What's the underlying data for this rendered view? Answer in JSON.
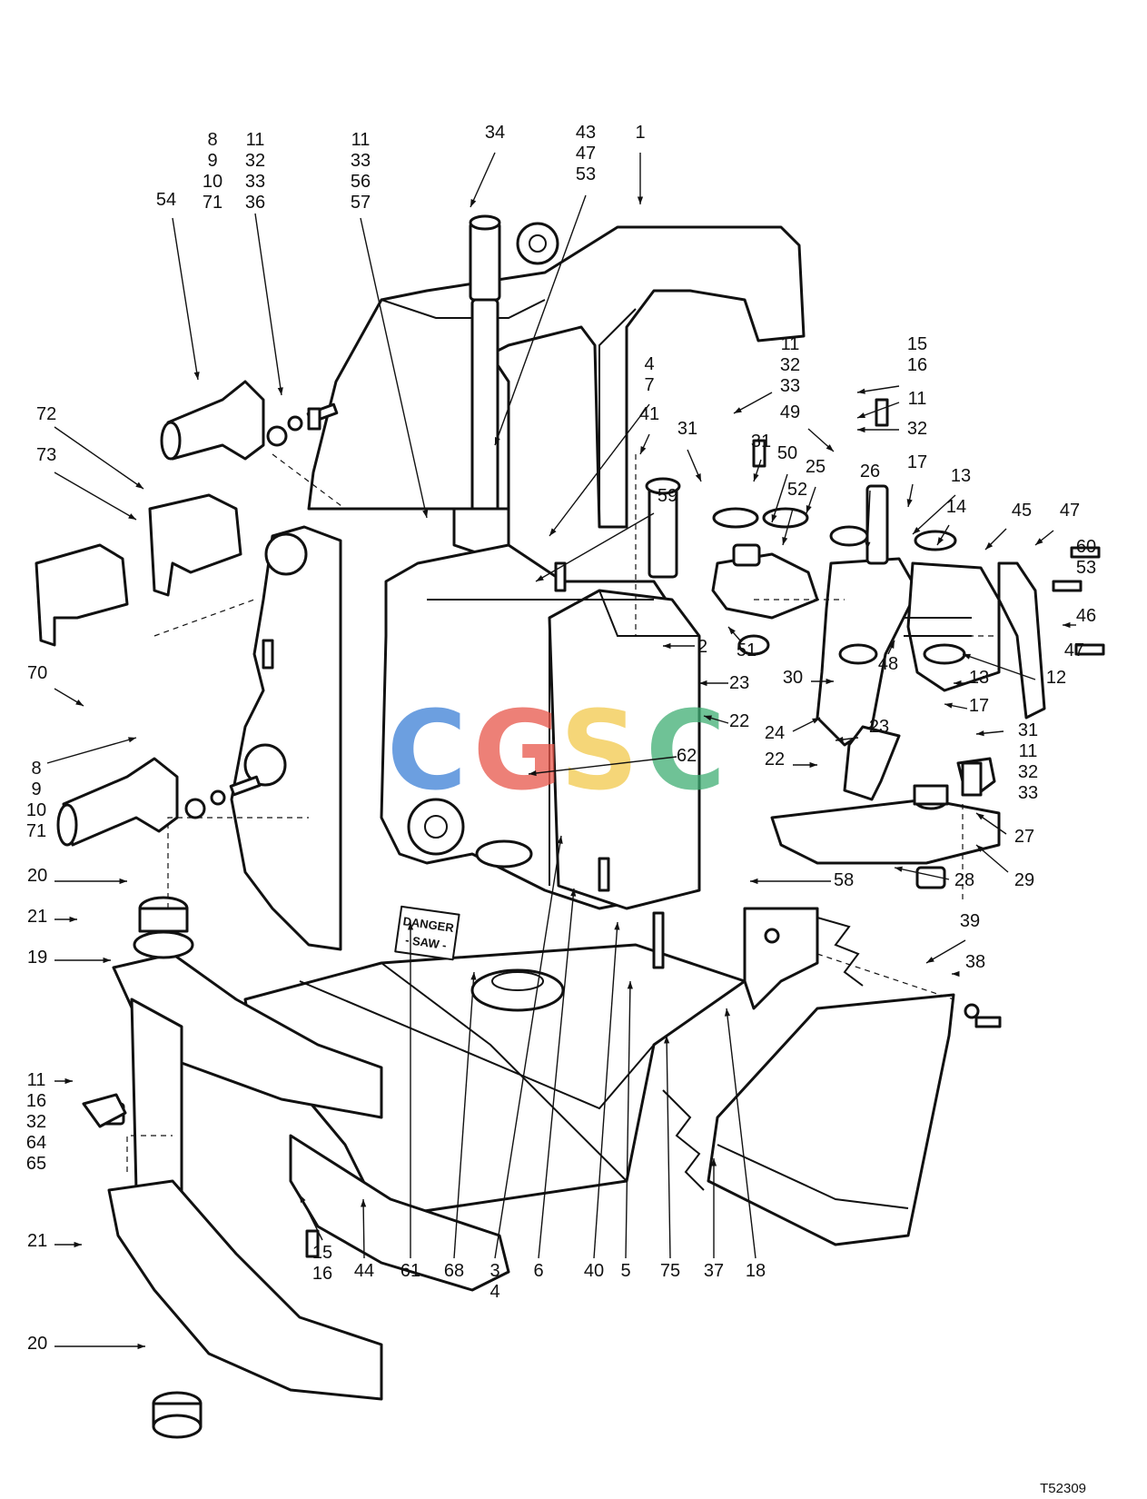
{
  "callouts": [
    {
      "id": "c1",
      "lines": [
        "1"
      ]
    },
    {
      "id": "c34",
      "lines": [
        "34"
      ]
    },
    {
      "id": "c43",
      "lines": [
        "43",
        "47",
        "53"
      ]
    },
    {
      "id": "c8a",
      "lines": [
        "8",
        "9",
        "10",
        "71"
      ]
    },
    {
      "id": "c11a",
      "lines": [
        "11",
        "32",
        "33",
        "36"
      ]
    },
    {
      "id": "c11b",
      "lines": [
        "11",
        "33",
        "56",
        "57"
      ]
    },
    {
      "id": "c54",
      "lines": [
        "54"
      ]
    },
    {
      "id": "c72",
      "lines": [
        "72"
      ]
    },
    {
      "id": "c73",
      "lines": [
        "73"
      ]
    },
    {
      "id": "c70",
      "lines": [
        "70"
      ]
    },
    {
      "id": "c8b",
      "lines": [
        "8",
        "9",
        "10",
        "71"
      ]
    },
    {
      "id": "c20a",
      "lines": [
        "20"
      ]
    },
    {
      "id": "c21a",
      "lines": [
        "21"
      ]
    },
    {
      "id": "c19",
      "lines": [
        "19"
      ]
    },
    {
      "id": "c11c",
      "lines": [
        "11",
        "16",
        "32",
        "64",
        "65"
      ]
    },
    {
      "id": "c21b",
      "lines": [
        "21"
      ]
    },
    {
      "id": "c20b",
      "lines": [
        "20"
      ]
    },
    {
      "id": "c15a",
      "lines": [
        "15",
        "16"
      ]
    },
    {
      "id": "c44",
      "lines": [
        "44"
      ]
    },
    {
      "id": "c61",
      "lines": [
        "61"
      ]
    },
    {
      "id": "c68",
      "lines": [
        "68"
      ]
    },
    {
      "id": "c3",
      "lines": [
        "3",
        "4"
      ]
    },
    {
      "id": "c6",
      "lines": [
        "6"
      ]
    },
    {
      "id": "c40",
      "lines": [
        "40"
      ]
    },
    {
      "id": "c5",
      "lines": [
        "5"
      ]
    },
    {
      "id": "c75",
      "lines": [
        "75"
      ]
    },
    {
      "id": "c37",
      "lines": [
        "37"
      ]
    },
    {
      "id": "c18",
      "lines": [
        "18"
      ]
    },
    {
      "id": "c4",
      "lines": [
        "4",
        "7"
      ]
    },
    {
      "id": "c41",
      "lines": [
        "41"
      ]
    },
    {
      "id": "c59",
      "lines": [
        "59"
      ]
    },
    {
      "id": "c2",
      "lines": [
        "2"
      ]
    },
    {
      "id": "c23a",
      "lines": [
        "23"
      ]
    },
    {
      "id": "c22a",
      "lines": [
        "22"
      ]
    },
    {
      "id": "c62",
      "lines": [
        "62"
      ]
    },
    {
      "id": "c58",
      "lines": [
        "58"
      ]
    },
    {
      "id": "c39",
      "lines": [
        "39"
      ]
    },
    {
      "id": "c38",
      "lines": [
        "38"
      ]
    },
    {
      "id": "c11d",
      "lines": [
        "11",
        "32",
        "33"
      ]
    },
    {
      "id": "c31a",
      "lines": [
        "31"
      ]
    },
    {
      "id": "c31b",
      "lines": [
        "31"
      ]
    },
    {
      "id": "c50",
      "lines": [
        "50"
      ]
    },
    {
      "id": "c52",
      "lines": [
        "52"
      ]
    },
    {
      "id": "c51",
      "lines": [
        "51"
      ]
    },
    {
      "id": "c15b",
      "lines": [
        "15",
        "16"
      ]
    },
    {
      "id": "c11e",
      "lines": [
        "11"
      ]
    },
    {
      "id": "c32a",
      "lines": [
        "32"
      ]
    },
    {
      "id": "c49",
      "lines": [
        "49"
      ]
    },
    {
      "id": "c25",
      "lines": [
        "25"
      ]
    },
    {
      "id": "c26",
      "lines": [
        "26"
      ]
    },
    {
      "id": "c17a",
      "lines": [
        "17"
      ]
    },
    {
      "id": "c13a",
      "lines": [
        "13"
      ]
    },
    {
      "id": "c14",
      "lines": [
        "14"
      ]
    },
    {
      "id": "c45",
      "lines": [
        "45"
      ]
    },
    {
      "id": "c47a",
      "lines": [
        "47"
      ]
    },
    {
      "id": "c60",
      "lines": [
        "60",
        "53"
      ]
    },
    {
      "id": "c46",
      "lines": [
        "46"
      ]
    },
    {
      "id": "c47b",
      "lines": [
        "47"
      ]
    },
    {
      "id": "c48",
      "lines": [
        "48"
      ]
    },
    {
      "id": "c12",
      "lines": [
        "12"
      ]
    },
    {
      "id": "c13b",
      "lines": [
        "13"
      ]
    },
    {
      "id": "c17b",
      "lines": [
        "17"
      ]
    },
    {
      "id": "c30",
      "lines": [
        "30"
      ]
    },
    {
      "id": "c24",
      "lines": [
        "24"
      ]
    },
    {
      "id": "c23b",
      "lines": [
        "23"
      ]
    },
    {
      "id": "c22b",
      "lines": [
        "22"
      ]
    },
    {
      "id": "c31c",
      "lines": [
        "31",
        "11",
        "32",
        "33"
      ]
    },
    {
      "id": "c27",
      "lines": [
        "27"
      ]
    },
    {
      "id": "c28",
      "lines": [
        "28"
      ]
    },
    {
      "id": "c29",
      "lines": [
        "29"
      ]
    }
  ],
  "sticker": {
    "line1": "DANGER",
    "line2": "- SAW -"
  },
  "figure_ref": "T52309",
  "watermark": {
    "letters": [
      "C",
      "G",
      "S",
      "C"
    ],
    "colors": [
      "#3b7fd6",
      "#e8564a",
      "#f2c94c",
      "#3fae74"
    ]
  }
}
